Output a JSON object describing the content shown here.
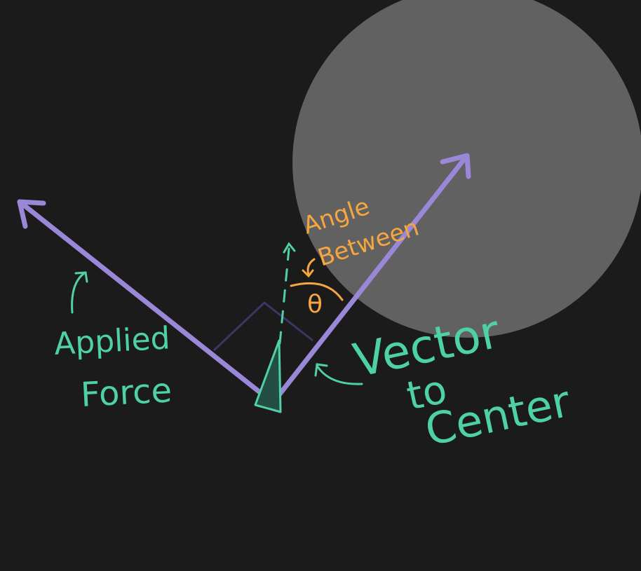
{
  "colors": {
    "background": "#1b1b1b",
    "planet": "#616161",
    "vector": "#9b87d8",
    "angle_label": "#f5a640",
    "annotation": "#4fd1a8",
    "ship_fill": "#244d44",
    "right_angle_mark": "#3c3566"
  },
  "labels": {
    "applied_force_line1": "Applied",
    "applied_force_line2": "Force",
    "vector_line1": "Vector",
    "vector_line2": "to",
    "vector_line3": "Center",
    "angle_line1": "Angle",
    "angle_line2": "Between",
    "theta": "θ"
  },
  "icons": {
    "ship": "triangle-ship-icon",
    "planet": "circle-planet-icon"
  }
}
